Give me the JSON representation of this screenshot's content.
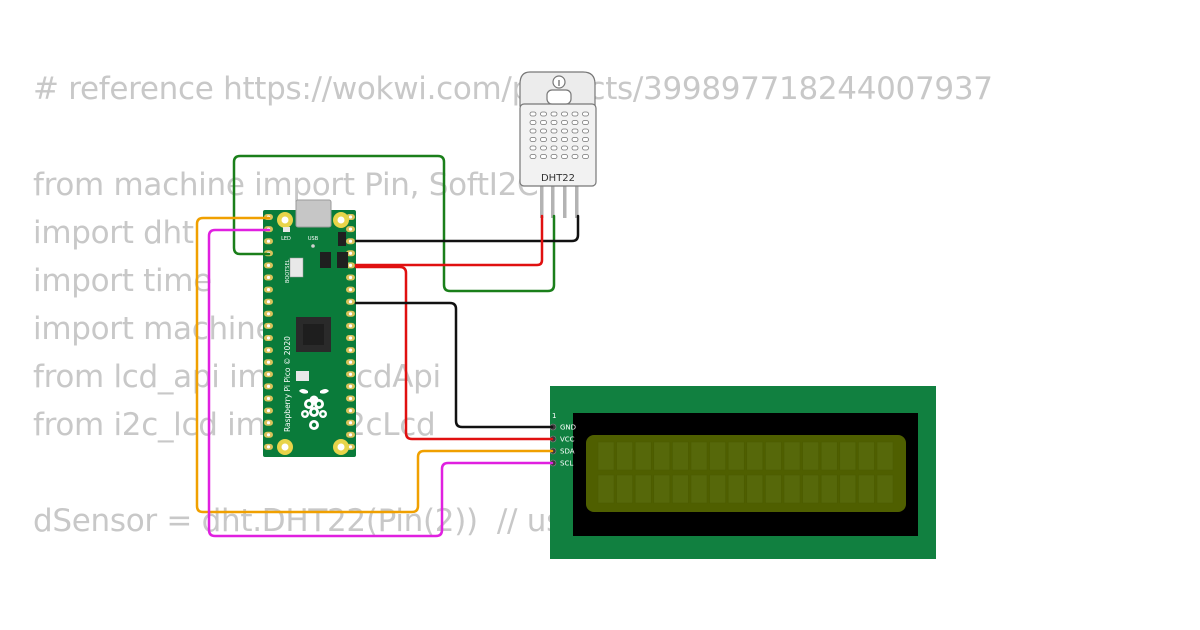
{
  "code_lines": [
    "# reference https://wokwi.com/projects/399897718244007937",
    "",
    "from machine import Pin, SoftI2C",
    "import dht",
    "import time",
    "import machine",
    "from lcd_api import LcdApi",
    "from i2c_lcd import I2cLcd",
    "",
    "dSensor = dht.DHT22(Pin(2))  // use"
  ],
  "dht": {
    "label": "DHT22"
  },
  "pico": {
    "led_label": "LED",
    "usb_label": "USB",
    "bootsel_label": "BOOTSEL",
    "vertical_text": "Raspberry Pi Pico © 2020"
  },
  "lcd": {
    "pin1_label": "1",
    "pins": [
      "GND",
      "VCC",
      "SDA",
      "SCL"
    ]
  },
  "colors": {
    "green_wire": "#1a7f1a",
    "black_wire": "#111111",
    "red_wire": "#e01010",
    "orange_wire": "#f0a000",
    "magenta_wire": "#e020e0",
    "pcb_green": "#0a7b3a",
    "lcd_screen": "#4f5f00"
  }
}
